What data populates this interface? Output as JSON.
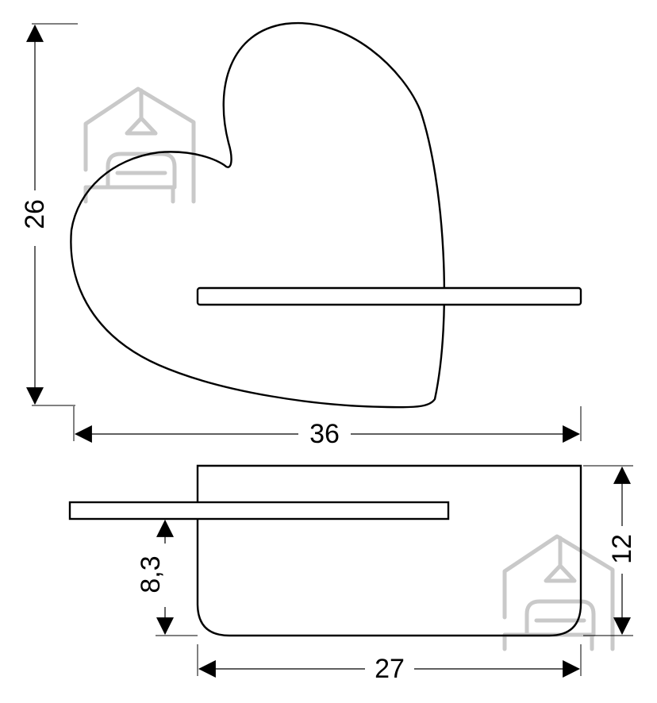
{
  "dimensions": {
    "height_total": "26",
    "width_total": "36",
    "depth": "12",
    "shelf_height": "8,3",
    "base_width": "27"
  },
  "watermark_icon": "house-lamp-sofa-icon",
  "colors": {
    "line": "#000000",
    "watermark": "#c9c9c9",
    "background": "#ffffff"
  }
}
